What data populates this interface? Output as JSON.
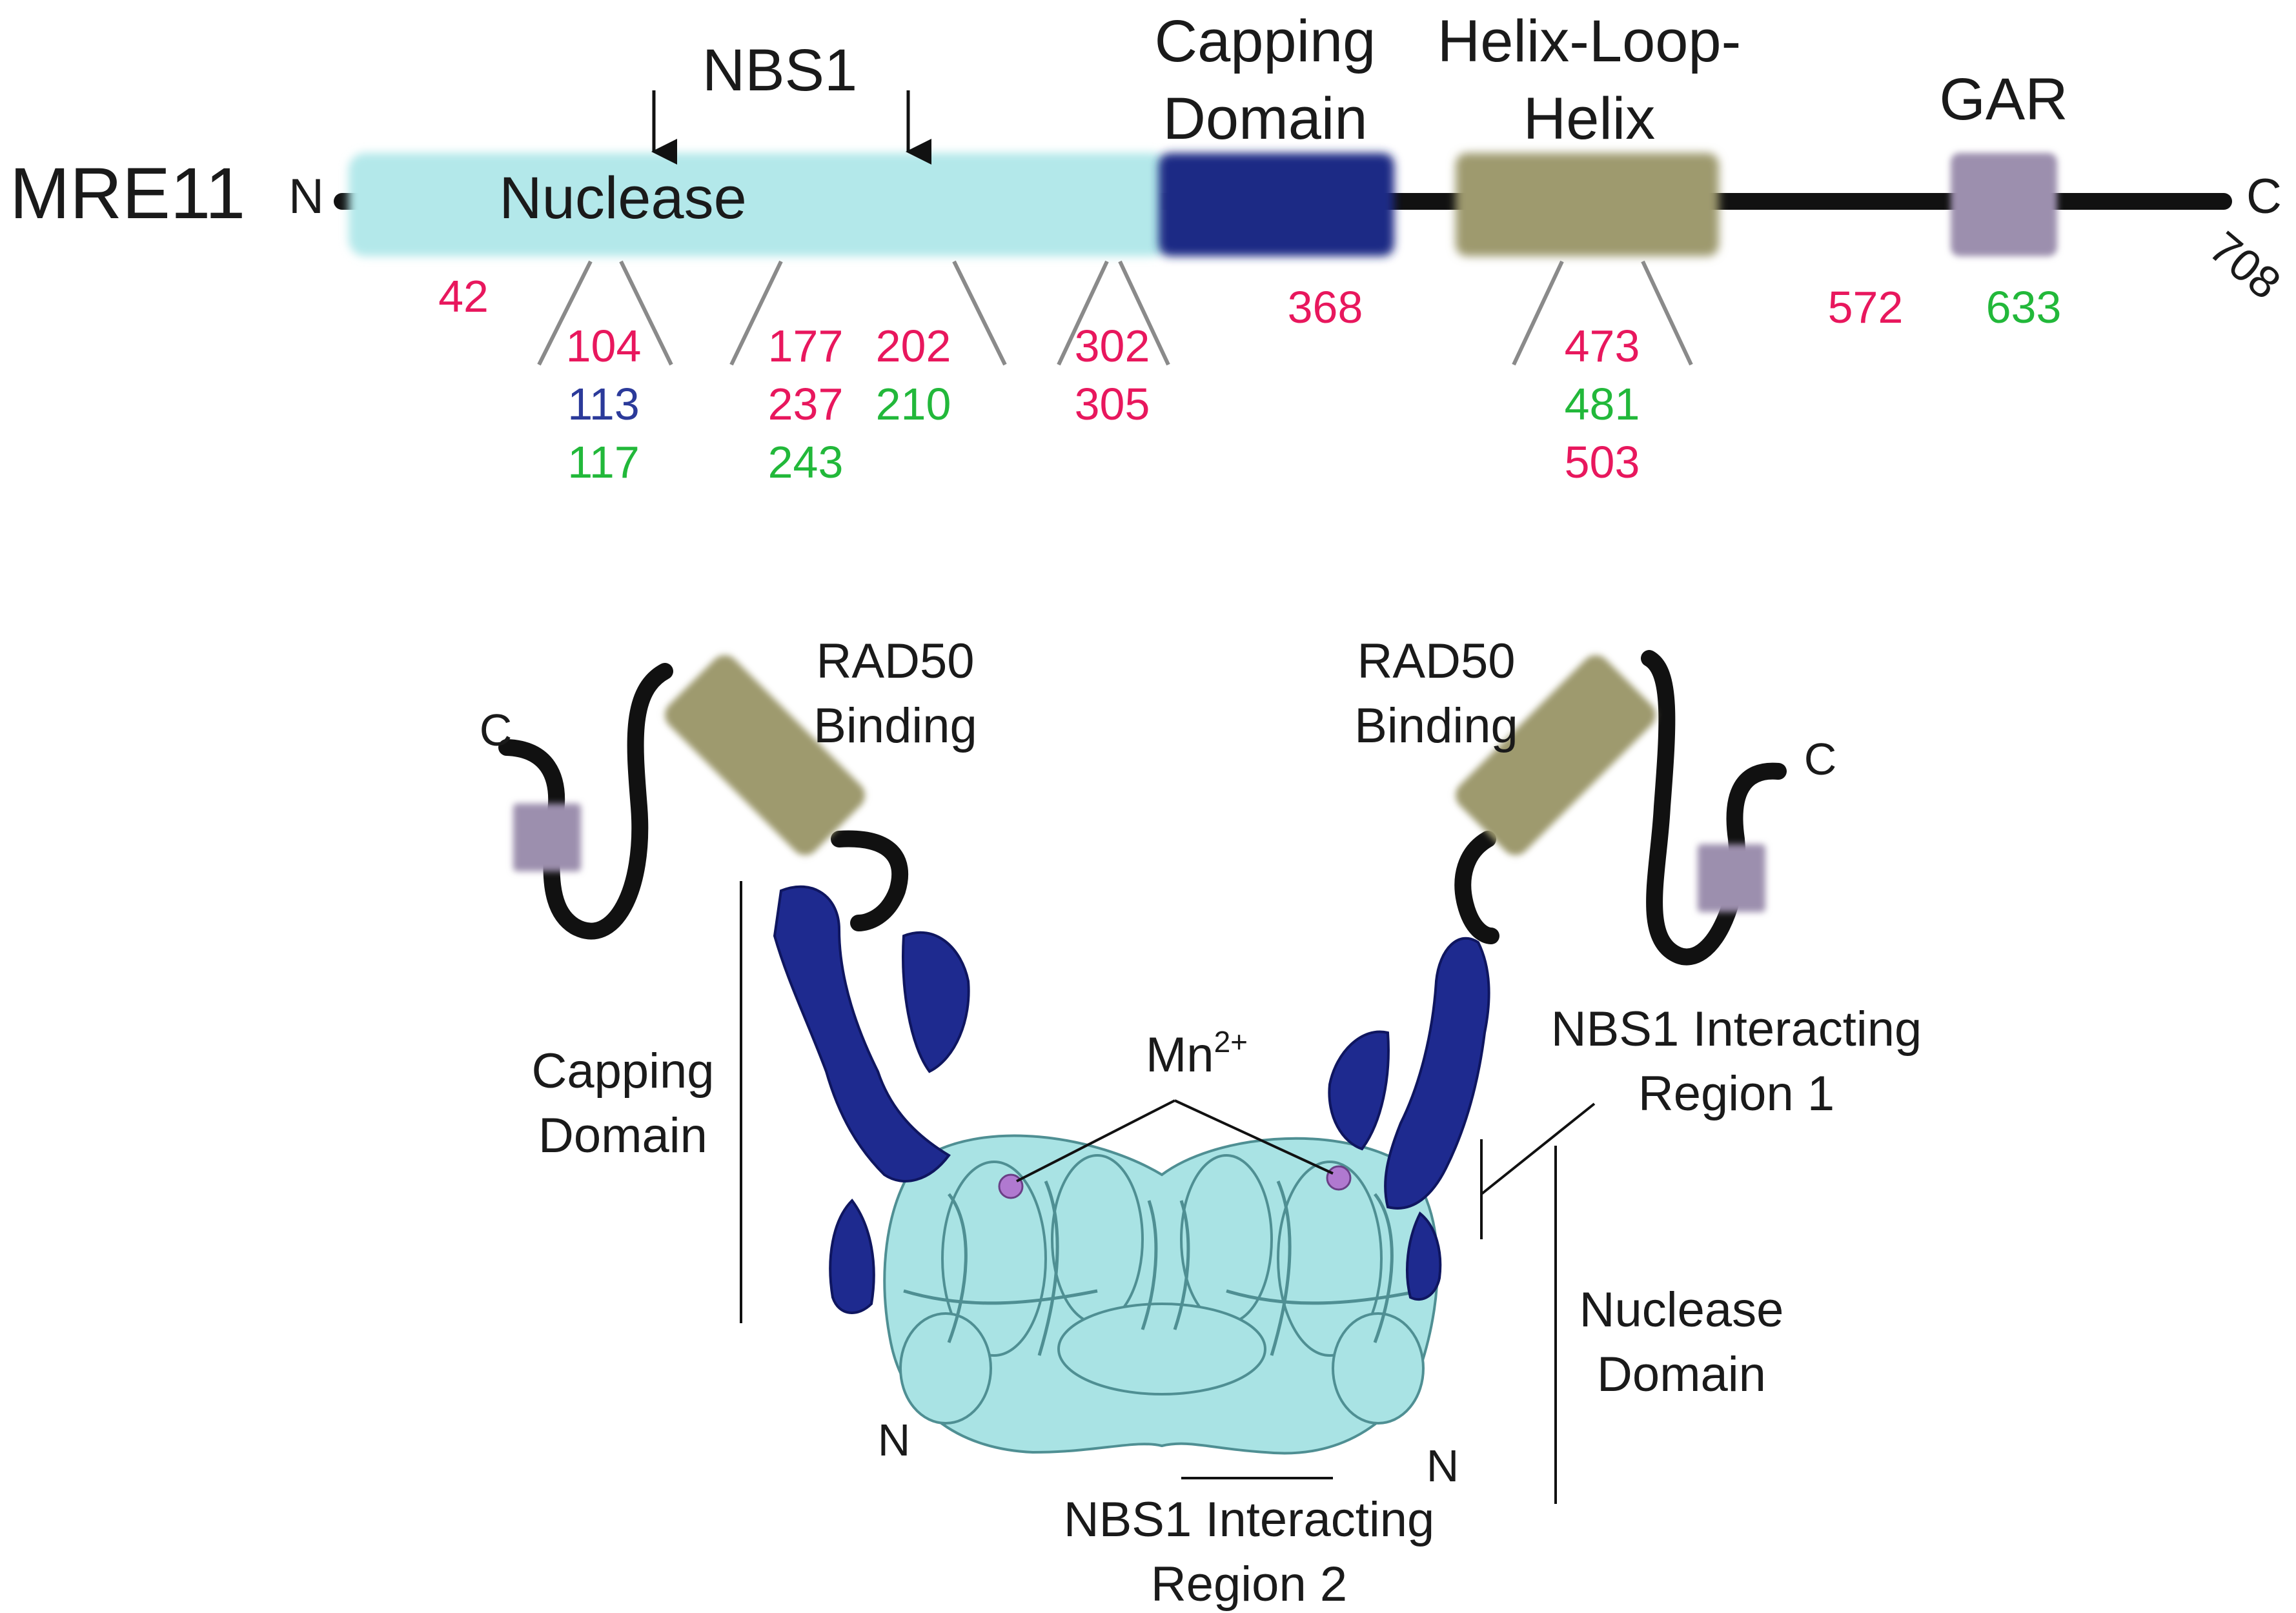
{
  "protein_name": "MRE11",
  "n_terminus": "N",
  "c_terminus": "C",
  "protein_length": "708",
  "nbs1_label": "NBS1",
  "domains": {
    "nuclease": "Nuclease",
    "capping_line1": "Capping",
    "capping_line2": "Domain",
    "hlh_line1": "Helix-Loop-",
    "hlh_line2": "Helix",
    "gar": "GAR"
  },
  "colors": {
    "red": "#e8175d",
    "blue": "#2b3a9a",
    "green": "#22b83a",
    "nuclease": "#b3e8ea",
    "capping": "#1e2a85",
    "hlh": "#9e9a6e",
    "gar": "#9c8fae"
  },
  "mutations": {
    "m42": "42",
    "m104": "104",
    "m113": "113",
    "m117": "117",
    "m177": "177",
    "m237": "237",
    "m243": "243",
    "m202": "202",
    "m210": "210",
    "m302": "302",
    "m305": "305",
    "m368": "368",
    "m473": "473",
    "m481": "481",
    "m503": "503",
    "m572": "572",
    "m633": "633"
  },
  "structure": {
    "rad50_left_1": "RAD50",
    "rad50_left_2": "Binding",
    "rad50_right_1": "RAD50",
    "rad50_right_2": "Binding",
    "c_left": "C",
    "c_right": "C",
    "n_left": "N",
    "n_right": "N",
    "capping_1": "Capping",
    "capping_2": "Domain",
    "mn_base": "Mn",
    "mn_sup": "2+",
    "nir1_1": "NBS1 Interacting",
    "nir1_2": "Region 1",
    "nuclease_1": "Nuclease",
    "nuclease_2": "Domain",
    "nir2_1": "NBS1 Interacting",
    "nir2_2": "Region 2"
  }
}
